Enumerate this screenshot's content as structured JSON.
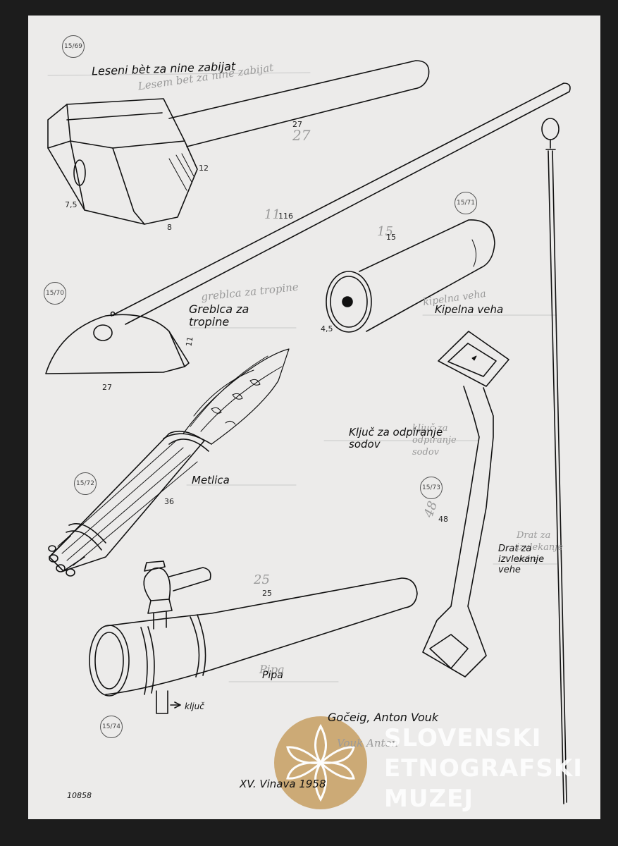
{
  "labels": {
    "mallet": "Leseni bèt za nine zabijat",
    "mallet_pencil": "Lesem bet za nine zabijat",
    "rake": "Greblca za tropine",
    "rake_pencil": "greblca za tropine",
    "lid": "Kipelna veha",
    "lid_pencil": "kipelna veha",
    "key": "Ključ za odpiranje sodov",
    "key_pencil": "ključ za odpiranje sodov",
    "whisk": "Metlica",
    "pipe": "Pipa",
    "pipe_pencil": "Pipa",
    "key_small": "ključ",
    "wire": "Drat za izvlekanje vehe",
    "wire_pencil": "Drat za izvlekanje vehe",
    "place": "Gočeig, Anton Vouk",
    "place_pencil": "Vouk Anton",
    "date": "XV. Vinava 1958",
    "inventory": "10858"
  },
  "numbers": {
    "mallet_len": "27",
    "mallet_len_pencil": "27",
    "mallet_w": "7,5",
    "mallet_h": "8",
    "mallet_d": "12",
    "rake_len": "116",
    "rake_len_pencil": "11",
    "rake_w": "27",
    "rake_h": "11",
    "lid_len": "15",
    "lid_len_pencil": "15",
    "lid_d": "4,5",
    "whisk_len": "36",
    "key_len": "48",
    "key_len_pencil": "48",
    "pipe_len": "25",
    "pipe_len_pencil": "25"
  },
  "catalog": {
    "c1": "15/69",
    "c2": "15/70",
    "c3": "15/71",
    "c4": "15/72",
    "c5": "15/73",
    "c6": "15/74"
  },
  "watermark": {
    "line1": "SLOVENSKI",
    "line2": "ETNOGRAFSKI",
    "line3": "MUZEJ",
    "color": "#c9a36a"
  }
}
